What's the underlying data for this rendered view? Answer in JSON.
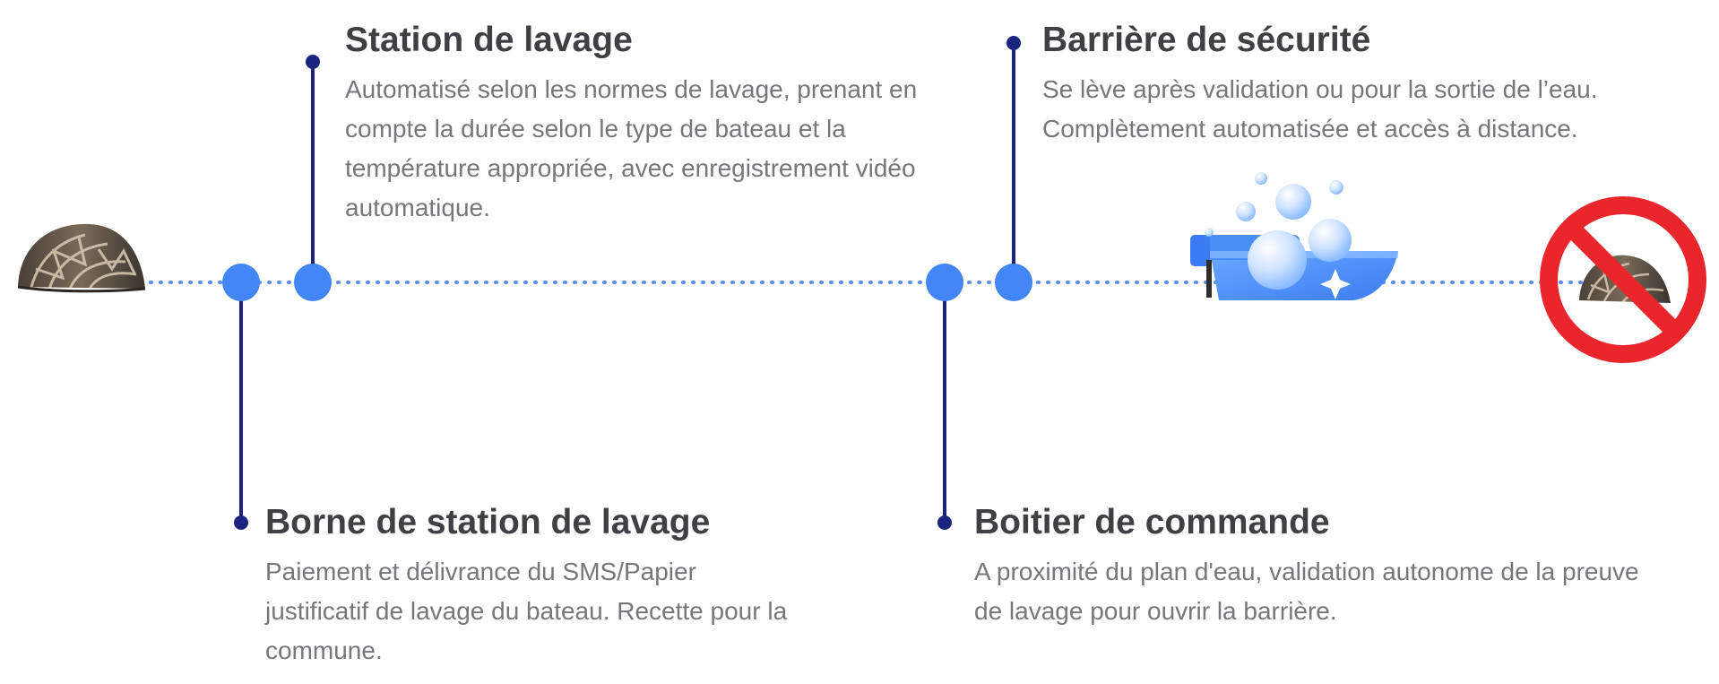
{
  "colors": {
    "timeline_dots": "#5b8ff2",
    "node": "#4285f4",
    "stem": "#1a237e",
    "title": "#3f4044",
    "text": "#76777a",
    "prohibition": "#e8262c"
  },
  "icons": {
    "start": "zebra-mussel-icon",
    "boat": "boat-washing-icon",
    "end": "no-mussel-prohibition-icon"
  },
  "steps": {
    "station_de_lavage": {
      "title": "Station de lavage",
      "description": "Automatisé selon les normes de lavage, prenant en compte la durée selon le type de bateau et la température appropriée, avec enregistrement vidéo automatique."
    },
    "barriere_de_securite": {
      "title": "Barrière de sécurité",
      "description": "Se lève après validation ou pour la sortie de l’eau. Complètement automatisée et accès à distance."
    },
    "borne_de_station": {
      "title": "Borne de station de lavage",
      "description": "Paiement et délivrance du SMS/Papier justificatif de lavage du bateau. Recette pour la commune."
    },
    "boitier_de_commande": {
      "title": "Boitier de commande",
      "description": "A proximité du plan d'eau, validation autonome de la preuve de lavage pour ouvrir la barrière."
    }
  }
}
